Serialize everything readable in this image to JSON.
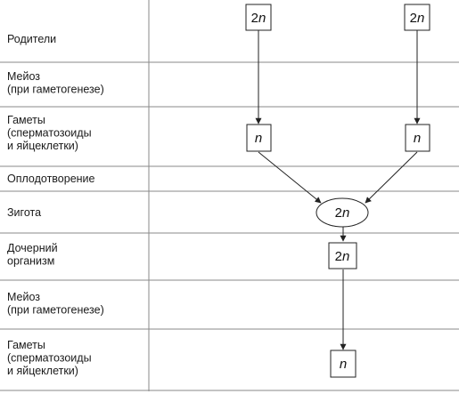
{
  "rows": [
    {
      "lines": [
        "Родители"
      ]
    },
    {
      "lines": [
        "Мейоз",
        "(при гаметогенезе)"
      ]
    },
    {
      "lines": [
        "Гаметы",
        "(сперматозоиды",
        "и яйцеклетки)"
      ]
    },
    {
      "lines": [
        "Оплодотворение"
      ]
    },
    {
      "lines": [
        "Зигота"
      ]
    },
    {
      "lines": [
        "Дочерний",
        "организм"
      ]
    },
    {
      "lines": [
        "Мейоз",
        "(при гаметогенезе)"
      ]
    },
    {
      "lines": [
        "Гаметы",
        "(сперматозоиды",
        "и яйцеклетки)"
      ]
    }
  ],
  "nodes": {
    "parent_left": {
      "coef": "2",
      "sym": "n"
    },
    "parent_right": {
      "coef": "2",
      "sym": "n"
    },
    "gamete_left": {
      "coef": "",
      "sym": "n"
    },
    "gamete_right": {
      "coef": "",
      "sym": "n"
    },
    "zygote": {
      "coef": "2",
      "sym": "n"
    },
    "offspring": {
      "coef": "2",
      "sym": "n"
    },
    "offspring_gamete": {
      "coef": "",
      "sym": "n"
    }
  },
  "colors": {
    "line": "#222222",
    "row_divider": "#8a8a8a",
    "text": "#1a1a1a"
  }
}
